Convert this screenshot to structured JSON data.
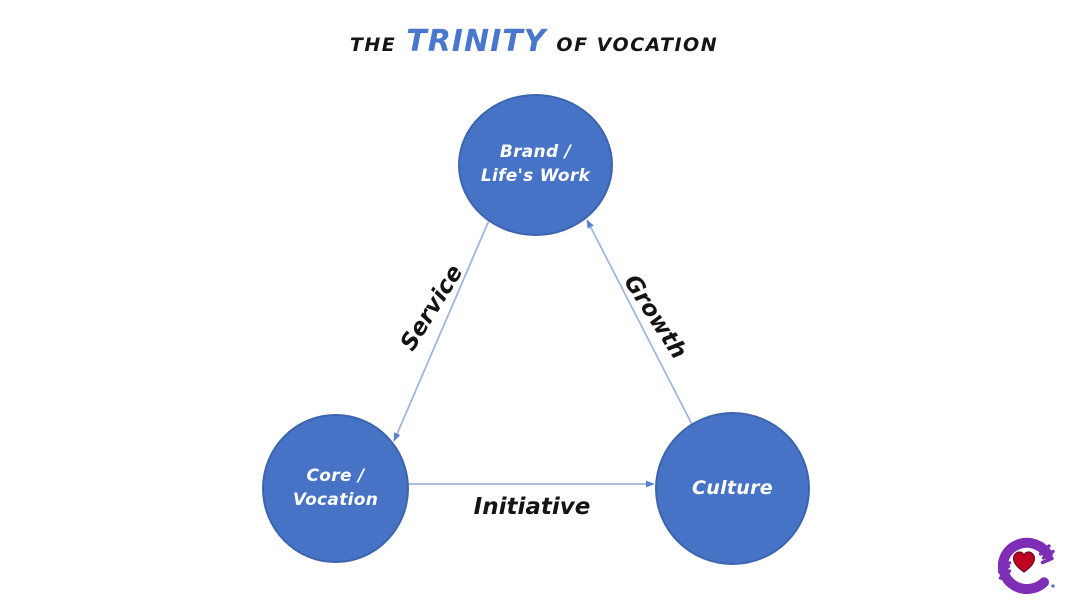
{
  "title": {
    "pre": "THE",
    "highlight": "TRINITY",
    "post": "OF VOCATION"
  },
  "nodes": {
    "brand": {
      "line1": "Brand /",
      "line2": "Life's Work"
    },
    "core": {
      "line1": "Core /",
      "line2": "Vocation"
    },
    "culture": {
      "line1": "Culture"
    }
  },
  "edges": {
    "service": {
      "label": "Service",
      "from": "brand",
      "to": "core"
    },
    "growth": {
      "label": "Growth",
      "from": "culture",
      "to": "brand"
    },
    "initiative": {
      "label": "Initiative",
      "from": "core",
      "to": "culture"
    }
  },
  "colors": {
    "node_fill": "#4673C5",
    "node_border": "#3D64AE",
    "node_text": "#FFFFFF",
    "connector_line": "#9DB3DB",
    "arrowhead": "#5B82CF",
    "title_text": "#151515",
    "title_accent": "#4A77CE",
    "edge_label_text": "#141414",
    "logo_purple": "#7E2DB5",
    "logo_heart": "#C00020",
    "logo_dot": "#4673C5"
  },
  "logo": {
    "alt": "hands holding heart"
  }
}
